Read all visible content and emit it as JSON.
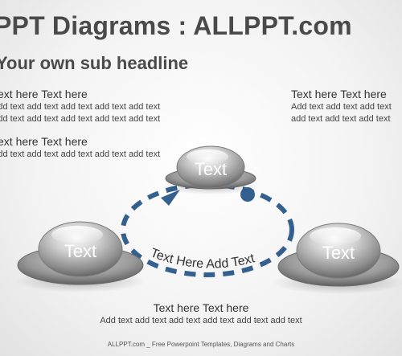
{
  "header": {
    "title": "PPT Diagrams : ALLPPT.com",
    "subtitle": "Your own sub headline"
  },
  "text_blocks": {
    "left_top": {
      "heading": "Text here Text here",
      "lines": [
        "Add text add text add text add text add text",
        "Add text add text add text add text add text"
      ]
    },
    "left_mid": {
      "heading": "Text here Text here",
      "lines": [
        "Add text add text add text add text add text"
      ]
    },
    "right_top": {
      "heading": "Text here Text here",
      "lines": [
        "Add text add text add text",
        "add text add text add text"
      ]
    },
    "bottom": {
      "heading": "Text here Text here",
      "lines": [
        "Add text add text add text add text add text add text"
      ]
    }
  },
  "nodes": [
    {
      "id": "top",
      "label": "Text"
    },
    {
      "id": "left",
      "label": "Text"
    },
    {
      "id": "right",
      "label": "Text"
    }
  ],
  "cycle_label": "Text Here Add Text",
  "colors": {
    "arrow": "#34608f",
    "title": "#4a4a4a"
  },
  "footer": "ALLPPT.com _ Free Powerpoint Templates, Diagrams and Charts"
}
